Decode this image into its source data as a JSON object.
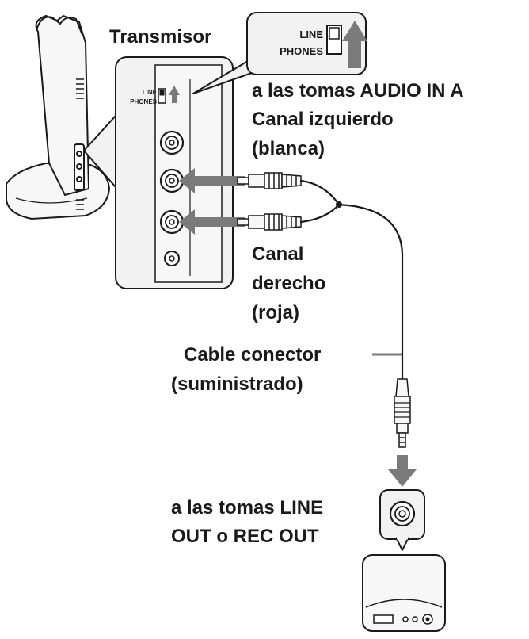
{
  "labels": {
    "transmitter": "Transmisor",
    "switch_line": "LINE",
    "switch_phones": "PHONES",
    "audio_in_1": "a las tomas AUDIO IN A",
    "audio_in_2": "Canal izquierdo",
    "audio_in_3": "(blanca)",
    "right_1": "Canal",
    "right_2": "derecho",
    "right_3": "(roja)",
    "cable_1": "Cable conector",
    "cable_2": "(suministrado)",
    "line_out_1": "a las tomas LINE",
    "line_out_2": "OUT o REC OUT"
  },
  "colors": {
    "ink": "#1a1a1a",
    "panel": "#f2f2f2",
    "arrow": "#7a7a7a",
    "device": "#f7f7f7"
  }
}
